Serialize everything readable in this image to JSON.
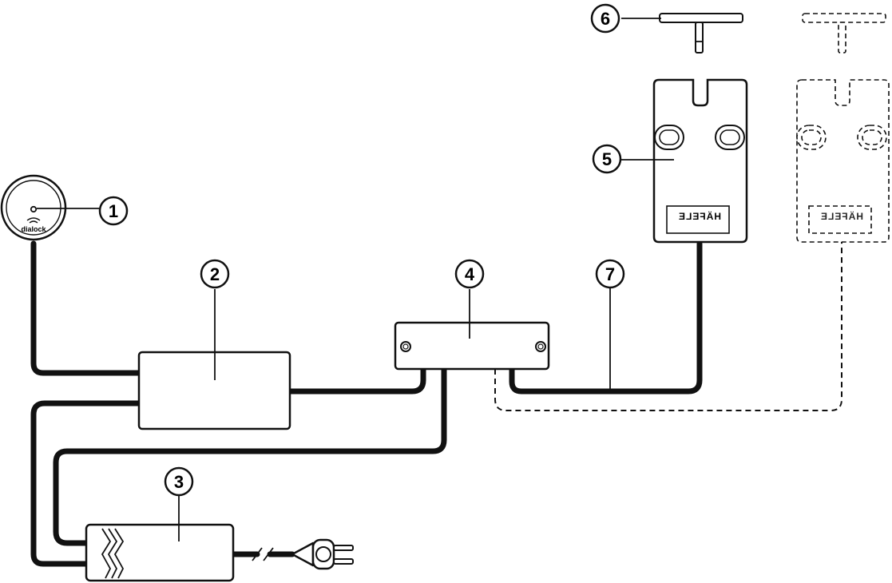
{
  "callouts": [
    {
      "id": "1",
      "label": "1"
    },
    {
      "id": "2",
      "label": "2"
    },
    {
      "id": "3",
      "label": "3"
    },
    {
      "id": "4",
      "label": "4"
    },
    {
      "id": "5",
      "label": "5"
    },
    {
      "id": "6",
      "label": "6"
    },
    {
      "id": "7",
      "label": "7"
    }
  ],
  "reader_logo_text": "dialock",
  "lock_brand_text": "HÄFELE",
  "colors": {
    "line": "#111111",
    "background": "#ffffff"
  }
}
